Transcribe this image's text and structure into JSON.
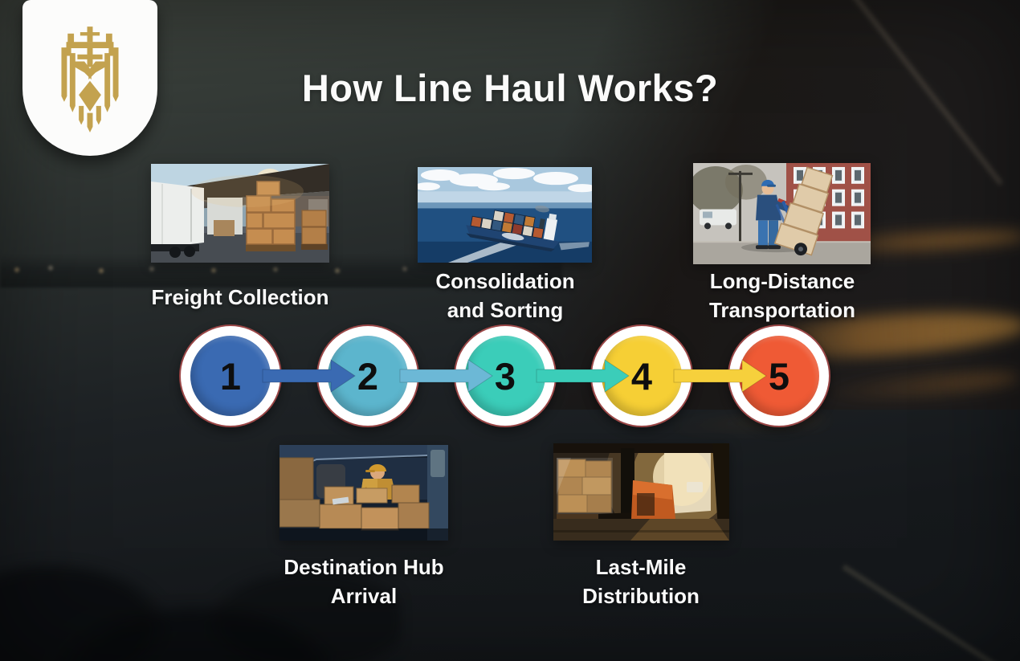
{
  "title": "How Line Haul Works?",
  "logo": {
    "name": "gold-lion-crest-logo",
    "gold": "#c3a24f",
    "badge_bg": "#fcfcfb"
  },
  "colors": {
    "background_top": "#3f443e",
    "background_bottom": "#131619",
    "ring_fill": "#ffffff",
    "ring_border": "#9a4747",
    "number_color": "#0e0e0e",
    "label_color": "#fafafa",
    "streak_orange": "#e2a046"
  },
  "steps": [
    {
      "number": "1",
      "label": "Freight Collection",
      "lines": [
        "Freight Collection"
      ],
      "circle_color": "#3a6ab2",
      "arrow_color": "#3a6ab2",
      "image": "truck-loading-dock-photo"
    },
    {
      "number": "2",
      "label": "Consolidation and Sorting",
      "lines": [
        "Consolidation",
        "and Sorting"
      ],
      "circle_color": "#5cb5cd",
      "arrow_color": "#6cb8d6",
      "image": "container-ship-photo"
    },
    {
      "number": "3",
      "label": "Long-Distance Transportation",
      "lines": [
        "Long-Distance",
        "Transportation"
      ],
      "circle_color": "#3bcdb9",
      "arrow_color": "#3bcdb9",
      "image": "courier-hand-truck-photo"
    },
    {
      "number": "4",
      "label": "Destination Hub Arrival",
      "lines": [
        "Destination Hub",
        "Arrival"
      ],
      "circle_color": "#f6cf35",
      "arrow_color": "#f6d03c",
      "image": "van-unloading-boxes-photo"
    },
    {
      "number": "5",
      "label": "Last-Mile Distribution",
      "lines": [
        "Last-Mile",
        "Distribution"
      ],
      "circle_color": "#ef5a35",
      "image": "warehouse-pallet-truck-photo"
    }
  ]
}
